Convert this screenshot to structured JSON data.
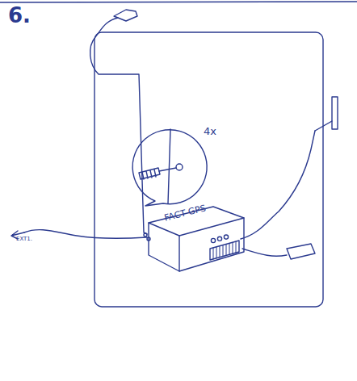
{
  "diagram": {
    "nodes": [
      {
        "text": [
          "4x"
        ]
      },
      {
        "text": [
          "FACT GPS"
        ]
      }
    ],
    "labels": [
      "6.",
      "EXT1."
    ]
  }
}
